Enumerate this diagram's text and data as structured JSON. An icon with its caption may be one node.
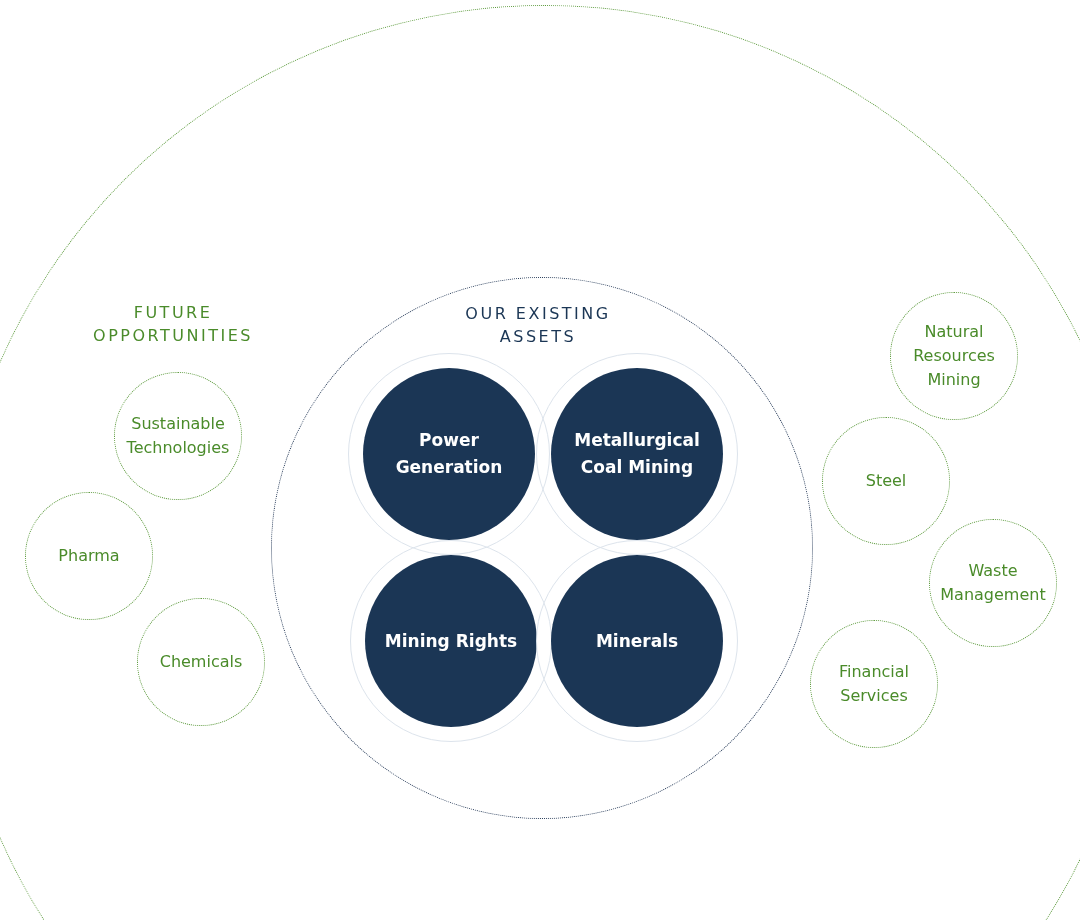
{
  "diagram": {
    "nodes": [
      {
        "text": [
          "FUTURE OPPORTUNITIES"
        ]
      },
      {
        "text": [
          "OUR EXISTING ASSETS"
        ],
        "in": 0
      },
      {
        "text": [
          "Power Generation"
        ],
        "in": 1
      },
      {
        "text": [
          "Metallurgical Coal Mining"
        ],
        "in": 1
      },
      {
        "text": [
          "Mining Rights"
        ],
        "in": 1
      },
      {
        "text": [
          "Minerals"
        ],
        "in": 1
      },
      {
        "text": [
          "Sustainable Technologies"
        ],
        "in": 0
      },
      {
        "text": [
          "Pharma"
        ],
        "in": 0
      },
      {
        "text": [
          "Chemicals"
        ],
        "in": 0
      },
      {
        "text": [
          "Natural Resources Mining"
        ],
        "in": 0
      },
      {
        "text": [
          "Steel"
        ],
        "in": 0
      },
      {
        "text": [
          "Waste Management"
        ],
        "in": 0
      },
      {
        "text": [
          "Financial Services"
        ],
        "in": 0
      }
    ],
    "edges": []
  }
}
